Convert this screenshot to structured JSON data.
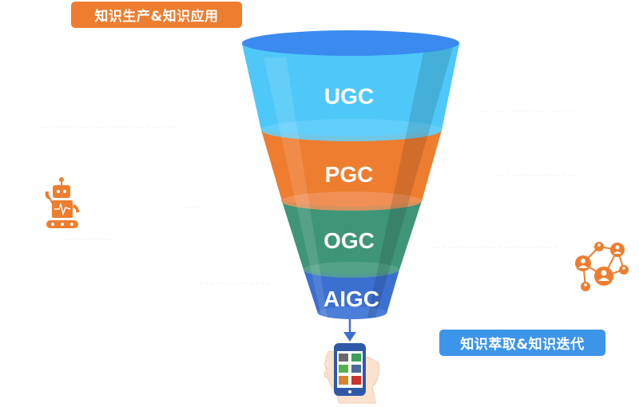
{
  "tags": {
    "top": "知识生产&知识应用",
    "bottom": "知识萃取&知识迭代"
  },
  "funnel": {
    "bands": [
      {
        "label": "UGC",
        "color": "#4ec8f8",
        "rim": "#3a8af0"
      },
      {
        "label": "PGC",
        "color": "#ee7d30"
      },
      {
        "label": "OGC",
        "color": "#3f9578"
      },
      {
        "label": "AIGC",
        "color": "#3b6fd0"
      }
    ]
  },
  "icons": {
    "left": "robot-icon",
    "right": "network-people-icon",
    "output": "phone-in-hand-icon",
    "arrow": "arrow-down-icon"
  },
  "colors": {
    "accent_orange": "#ee7d2f",
    "accent_blue": "#3d95ea"
  }
}
